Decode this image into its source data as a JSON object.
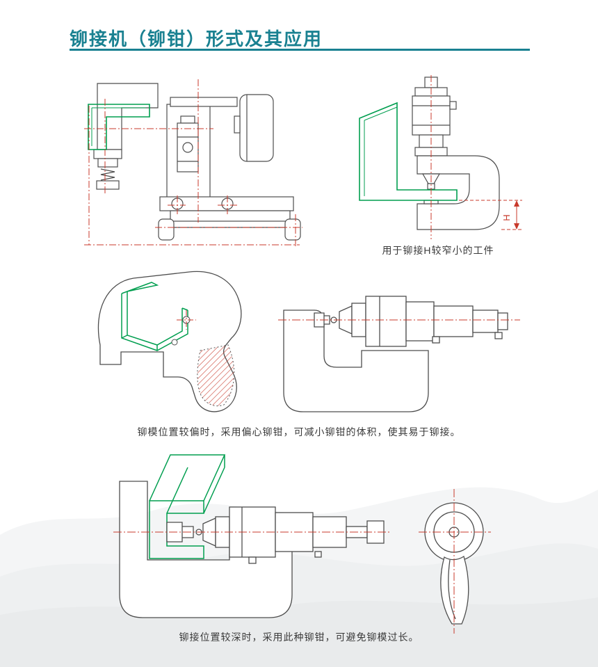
{
  "page": {
    "title": "铆接机（铆钳）形式及其应用"
  },
  "colors": {
    "accent_teal": "#1a8191",
    "drawing_outline": "#4d4d4d",
    "workpiece_green": "#009e4f",
    "centerline_red": "#c8392b",
    "mountain_gray": "#eef0f1"
  },
  "figures": {
    "machine_front_view": {
      "caption": ""
    },
    "narrow_workpiece": {
      "caption": "用于铆接H较窄小的工件",
      "dimension_label": "H"
    },
    "eccentric_clamp": {
      "caption": "铆模位置较偏时，采用偏心铆钳，可减小铆钳的体积，使其易于铆接。"
    },
    "deep_clamp": {
      "caption": "铆接位置较深时，采用此种铆钳，可避免铆模过长。"
    }
  }
}
